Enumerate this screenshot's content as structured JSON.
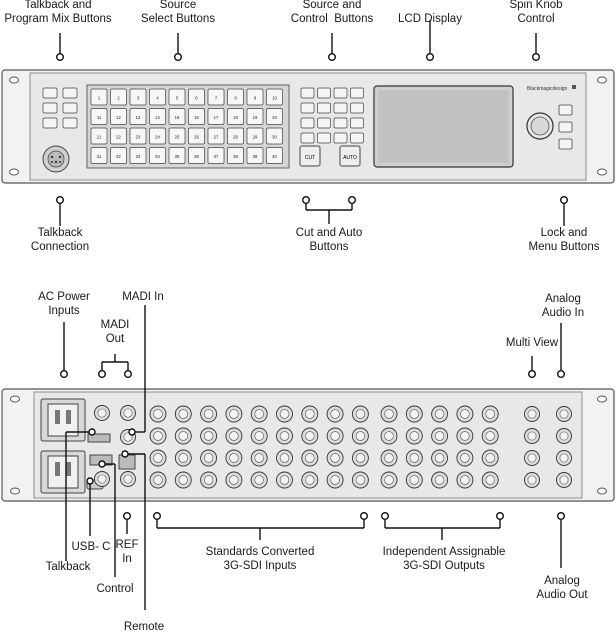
{
  "front_panel": {
    "callouts": [
      {
        "key": "talkback_mix",
        "text": "Talkback and\nProgram Mix Buttons"
      },
      {
        "key": "source_select",
        "text": "Source\nSelect Buttons"
      },
      {
        "key": "source_control",
        "text": "Source and\nControl  Buttons"
      },
      {
        "key": "lcd",
        "text": "LCD Display"
      },
      {
        "key": "spin_knob",
        "text": "Spin Knob\nControl"
      },
      {
        "key": "talkback_conn",
        "text": "Talkback\nConnection"
      },
      {
        "key": "cut_auto",
        "text": "Cut and Auto\nButtons"
      },
      {
        "key": "lock_menu",
        "text": "Lock and\nMenu Buttons"
      }
    ],
    "brand": "Blackmagicdesign",
    "source_buttons": [
      "1",
      "2",
      "3",
      "4",
      "5",
      "6",
      "7",
      "8",
      "9",
      "10",
      "11",
      "12",
      "13",
      "14",
      "15",
      "16",
      "17",
      "18",
      "19",
      "20",
      "21",
      "22",
      "23",
      "24",
      "25",
      "26",
      "27",
      "28",
      "29",
      "30",
      "31",
      "32",
      "33",
      "34",
      "35",
      "36",
      "37",
      "38",
      "39",
      "40"
    ],
    "cut_label": "CUT",
    "auto_label": "AUTO"
  },
  "rear_panel": {
    "callouts": [
      {
        "key": "ac_power",
        "text": "AC Power\nInputs"
      },
      {
        "key": "madi_in",
        "text": "MADI In"
      },
      {
        "key": "madi_out",
        "text": "MADI\nOut"
      },
      {
        "key": "analog_in",
        "text": "Analog\nAudio In"
      },
      {
        "key": "multiview",
        "text": "Multi View"
      },
      {
        "key": "usbc",
        "text": "USB- C"
      },
      {
        "key": "ref_in",
        "text": "REF\nIn"
      },
      {
        "key": "sdi_inputs",
        "text": "Standards Converted\n3G-SDI Inputs"
      },
      {
        "key": "sdi_outputs",
        "text": "Independent Assignable\n3G-SDI Outputs"
      },
      {
        "key": "talkback",
        "text": "Talkback"
      },
      {
        "key": "control",
        "text": "Control"
      },
      {
        "key": "analog_out",
        "text": "Analog\nAudio Out"
      },
      {
        "key": "remote",
        "text": "Remote"
      }
    ]
  }
}
